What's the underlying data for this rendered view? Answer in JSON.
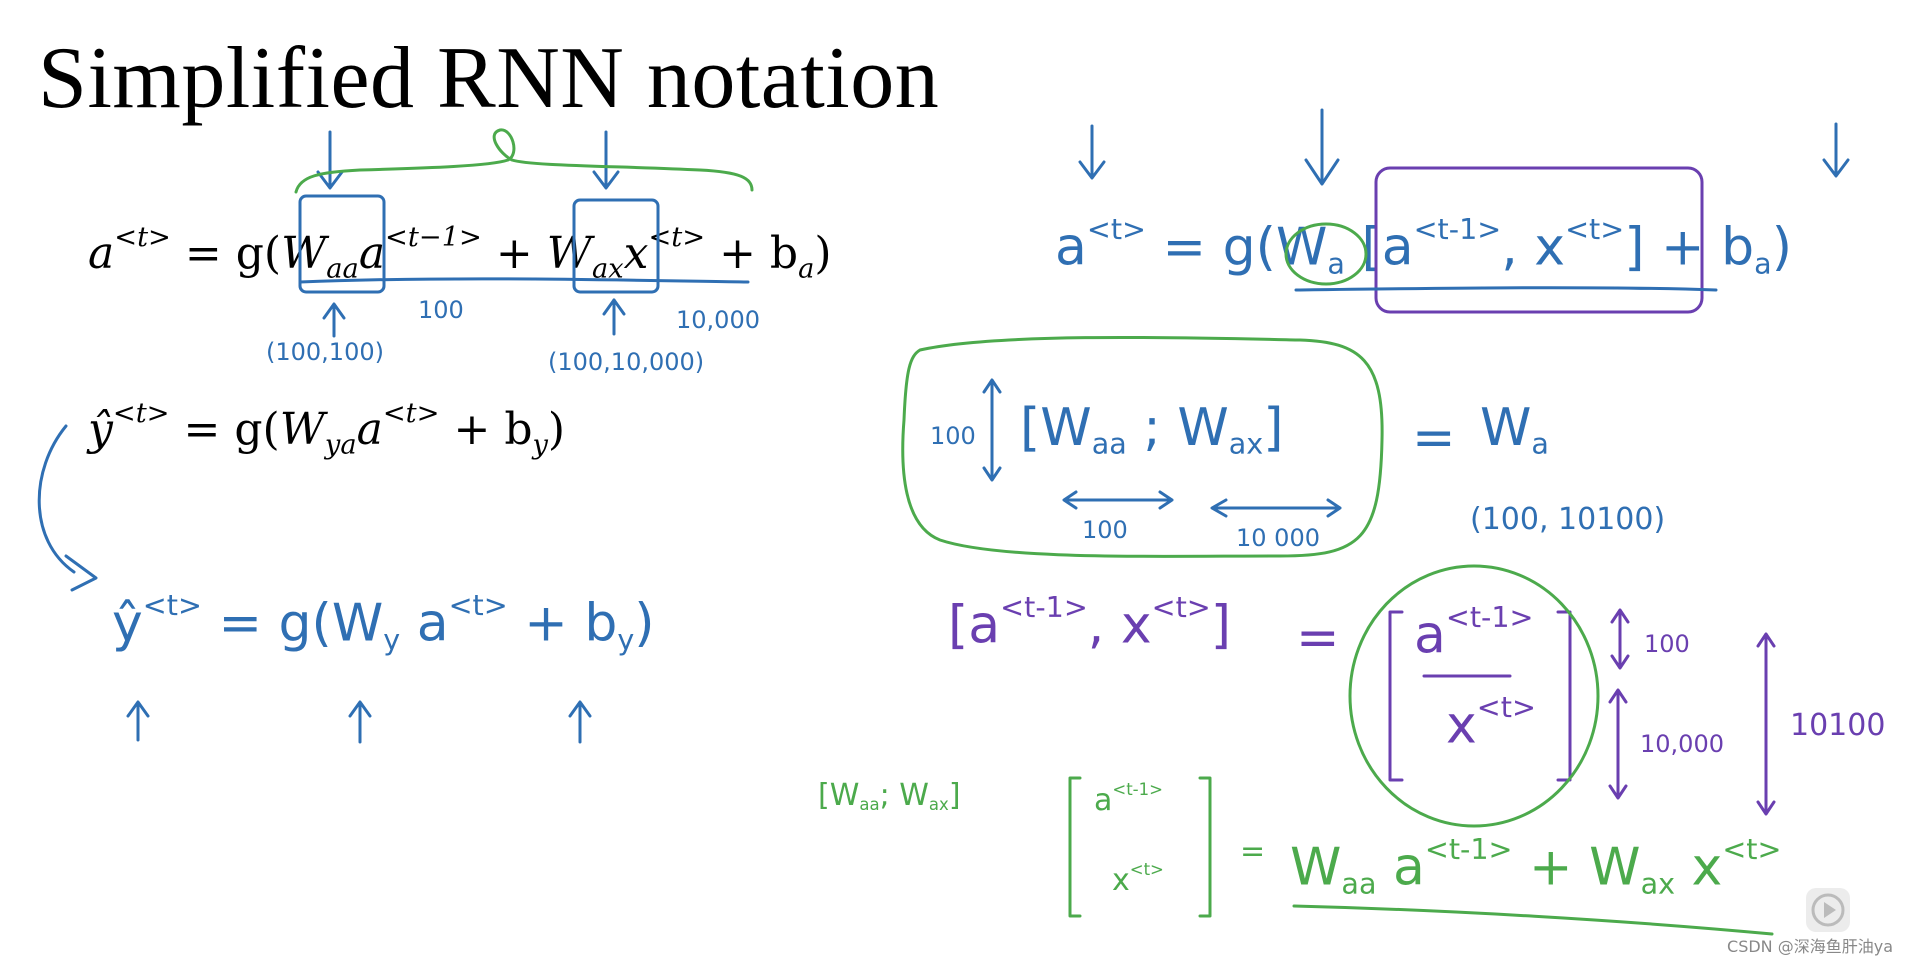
{
  "slide": {
    "title": "Simplified RNN notation"
  },
  "typeset": {
    "eq1": {
      "a": "a",
      "a_sup": "<t>",
      "eq": " = g(",
      "waa": "W",
      "waa_sub": "aa",
      "a2": "a",
      "a2_sup": "<t−1>",
      "plus1": " + ",
      "wax": "W",
      "wax_sub": "ax",
      "x": "x",
      "x_sup": "<t>",
      "plus2": " + b",
      "ba_sub": "a",
      "close": ")"
    },
    "eq2": {
      "y": "ŷ",
      "y_sup": "<t>",
      "eq": " = g(",
      "wya": "W",
      "wya_sub": "ya",
      "a": "a",
      "a_sup": "<t>",
      "plus": " + b",
      "by_sub": "y",
      "close": ")"
    }
  },
  "handwritten": {
    "dims_left": {
      "d100": "100",
      "d10000": "10,000",
      "waa_shape": "(100,100)",
      "wax_shape": "(100,10,000)"
    },
    "yhat_eq": {
      "y": "ŷ",
      "y_sup": "<t>",
      "rest": " = g(W",
      "wy_sub": "y",
      "a": " a",
      "a_sup": "<t>",
      "plus": " + b",
      "by_sub": "y",
      "close": ")"
    },
    "right_eq": {
      "a": "a",
      "a_sup": "<t>",
      "eq": " = g(",
      "wa": "W",
      "wa_sub": "a",
      "lb": "[a",
      "lb_sup": "<t-1>",
      "comma": ", x",
      "comma_sup": "<t>",
      "rb": "]",
      "plus": " + b",
      "ba_sub": "a",
      "close": ")"
    },
    "wa_def": {
      "dim100": "100",
      "lb": "[",
      "waa": "W",
      "waa_sub": "aa",
      "semi": " ; ",
      "wax": "W",
      "wax_sub": "ax",
      "rb": "]",
      "eq": "=",
      "wa": "W",
      "wa_sub": "a",
      "w100": "100",
      "w10000": "10 000",
      "shape": "(100, 10100)"
    },
    "stack_def": {
      "lhs_a": "[a",
      "lhs_a_sup": "<t-1>",
      "lhs_x": ", x",
      "lhs_x_sup": "<t>",
      "lhs_rb": "]",
      "eq": "=",
      "top": "a",
      "top_sup": "<t-1>",
      "bottom": "x",
      "bottom_sup": "<t>",
      "d100": "100",
      "d10000": "10,000",
      "d10100": "10100"
    },
    "green_eq": {
      "lb": "[W",
      "waa_sub": "aa",
      "semi": "; W",
      "wax_sub": "ax",
      "rb": "]",
      "top": "a",
      "top_sup": "<t-1>",
      "bottom": "x",
      "bottom_sup": "<t>",
      "eq": "=",
      "r1": "W",
      "r1_sub": "aa",
      "r1a": " a",
      "r1a_sup": "<t-1>",
      "plus": " + W",
      "r2_sub": "ax",
      "r2x": " x",
      "r2x_sup": "<t>"
    }
  },
  "watermark": "CSDN @深海鱼肝油ya",
  "colors": {
    "blue": "#2f6fb3",
    "green": "#4caa4c",
    "purple": "#6a3fb0"
  },
  "icons": [
    "down-arrow-icon",
    "up-arrow-icon",
    "play-icon"
  ]
}
